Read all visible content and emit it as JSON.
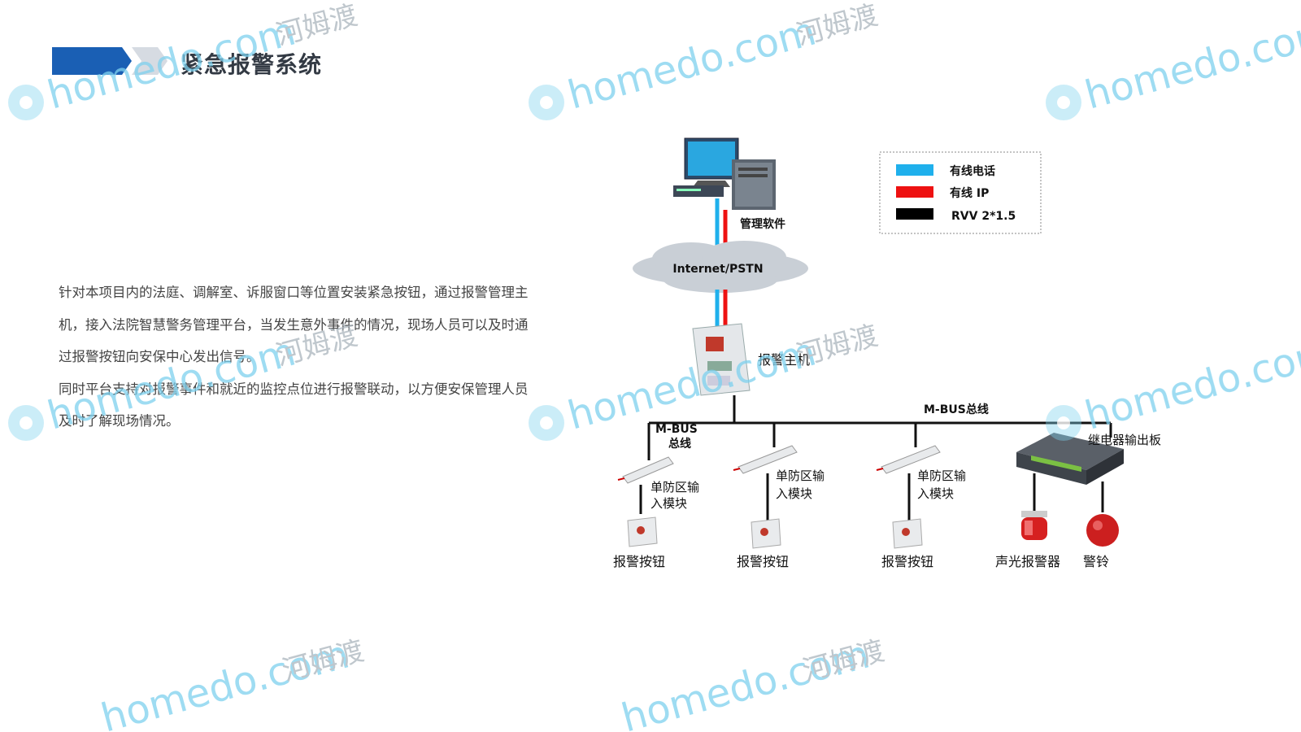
{
  "page": {
    "title": "紧急报警系统",
    "paragraphs": [
      "针对本项目内的法庭、调解室、诉服窗口等位置安装紧急按钮，通过报警管理主机，接入法院智慧警务管理平台，当发生意外事件的情况，现场人员可以及时通过报警按钮向安保中心发出信号。",
      "同时平台支持对报警事件和就近的监控点位进行报警联动，以方便安保管理人员及时了解现场情况。"
    ]
  },
  "legend": {
    "items": [
      {
        "label": "有线电话",
        "color": "#1fb0ec"
      },
      {
        "label": "有线 IP",
        "color": "#ee1111"
      },
      {
        "label": "RVV 2*1.5",
        "color": "#000000"
      }
    ]
  },
  "diagram": {
    "software_label": "管理软件",
    "cloud_label": "Internet/PSTN",
    "host_label": "报警主机",
    "bus_top_label": "M-BUS总线",
    "bus_left_label_line1": "M-BUS",
    "bus_left_label_line2": "总线",
    "module_label_line1": "单防区输",
    "module_label_line2": "入模块",
    "button_label": "报警按钮",
    "relay_label": "继电器输出板",
    "siren_label": "声光报警器",
    "bell_label": "警铃"
  },
  "watermark": {
    "text": "homedo.com",
    "cn": "河姆渡",
    "color": "#7ed1ee"
  }
}
